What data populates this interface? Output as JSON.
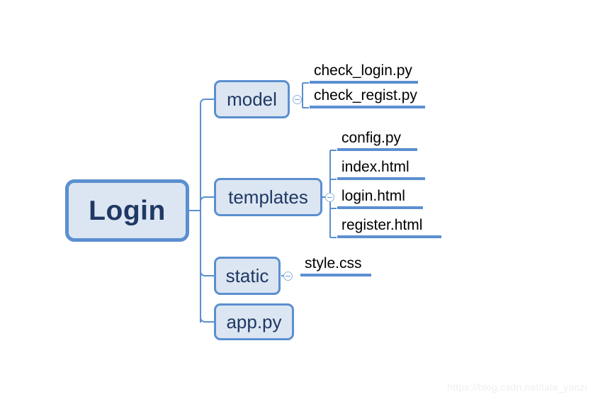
{
  "diagram": {
    "type": "mindmap",
    "title": "Login",
    "background_color": "#ffffff",
    "node_fill": "#dce6f2",
    "node_border": "#5b8fd0",
    "node_text_color": "#1f3864",
    "leaf_text_color": "#000000",
    "connector_color": "#5b8fd0",
    "root": {
      "label": "Login",
      "children": [
        {
          "label": "model",
          "collapsed": false,
          "toggle": "minus",
          "children": [
            {
              "label": "check_login.py"
            },
            {
              "label": "check_regist.py"
            }
          ]
        },
        {
          "label": "templates",
          "collapsed": false,
          "toggle": "minus",
          "children": [
            {
              "label": "config.py"
            },
            {
              "label": "index.html"
            },
            {
              "label": "login.html"
            },
            {
              "label": "register.html"
            }
          ]
        },
        {
          "label": "static",
          "collapsed": false,
          "toggle": "minus",
          "children": [
            {
              "label": "style.css"
            }
          ]
        },
        {
          "label": "app.py",
          "collapsed": false,
          "toggle": "none",
          "children": []
        }
      ]
    }
  },
  "watermark": {
    "text": "https://blog.csdn.net/lala_yanzi"
  }
}
